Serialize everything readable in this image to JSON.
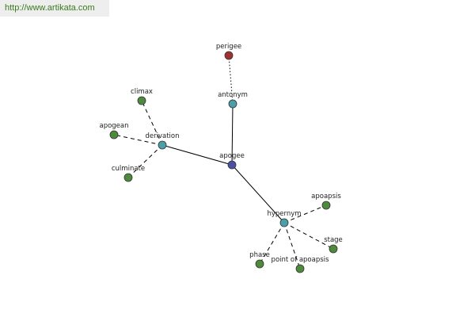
{
  "source": {
    "url_text": "http://www.artikata.com"
  },
  "colors": {
    "center": "#4a52a0",
    "relation": "#4aa0a8",
    "word": "#4e8a3c",
    "antonym_word": "#9e3232"
  },
  "graph": {
    "center": {
      "id": "apogee",
      "label": "apogee",
      "kind": "center"
    },
    "relations": [
      {
        "id": "antonym",
        "label": "antonym",
        "kind": "relation"
      },
      {
        "id": "derivation",
        "label": "derivation",
        "kind": "relation"
      },
      {
        "id": "hypernym",
        "label": "hypernym",
        "kind": "relation"
      }
    ],
    "words": [
      {
        "id": "perigee",
        "label": "perigee",
        "parent": "antonym",
        "kind": "antonym_word",
        "edge_style": "dotted"
      },
      {
        "id": "climax",
        "label": "climax",
        "parent": "derivation",
        "kind": "word",
        "edge_style": "dashed"
      },
      {
        "id": "apogean",
        "label": "apogean",
        "parent": "derivation",
        "kind": "word",
        "edge_style": "dashed"
      },
      {
        "id": "culminate",
        "label": "culminate",
        "parent": "derivation",
        "kind": "word",
        "edge_style": "dashed"
      },
      {
        "id": "apoapsis",
        "label": "apoapsis",
        "parent": "hypernym",
        "kind": "word",
        "edge_style": "dashed"
      },
      {
        "id": "stage",
        "label": "stage",
        "parent": "hypernym",
        "kind": "word",
        "edge_style": "dashed"
      },
      {
        "id": "phase",
        "label": "phase",
        "parent": "hypernym",
        "kind": "word",
        "edge_style": "dashed"
      },
      {
        "id": "point-of-apoapsis",
        "label": "point of apoapsis",
        "parent": "hypernym",
        "kind": "word",
        "edge_style": "dashed"
      }
    ]
  }
}
